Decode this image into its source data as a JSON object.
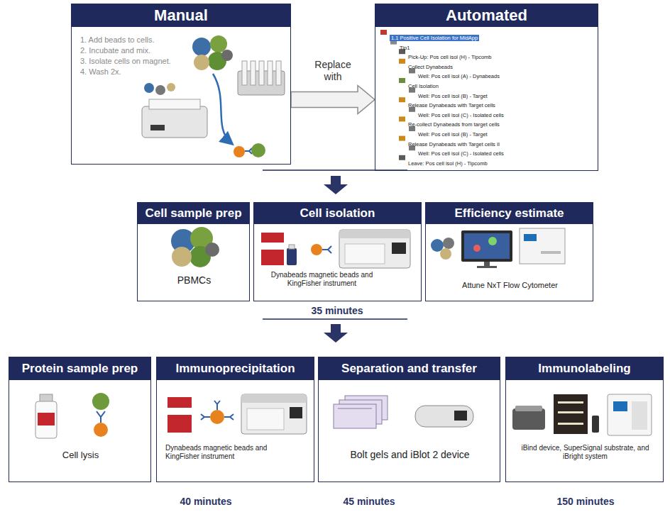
{
  "diagram": {
    "nodes": [
      {
        "text": [
          "Manual",
          "1. Add beads to cells.",
          "2. Incubate and mix.",
          "3. Isolate cells on magnet.",
          "4. Wash 2x."
        ]
      },
      {
        "text": [
          "Automated",
          "1.1 Positive Cell Isolation for MidApp",
          "Tip1",
          "Pick-Up: Pos cell isol (H) - Tipcomb",
          "Collect Dynabeads",
          "Well: Pos cell isol (A) - Dynabeads",
          "Cell Isolation",
          "Well: Pos cell isol (B) - Target",
          "Release Dynabeads with Target cells",
          "Well: Pos cell isol (C) - Isolated cells",
          "Re-collect Dynabeads from target cells",
          "Well: Pos cell isol (B) - Target",
          "Release Dynabeads with Target cells II",
          "Well: Pos cell isol (C) - Isolated cells",
          "Leave: Pos cell isol (H) - Tipcomb"
        ]
      },
      {
        "text": [
          "Cell sample prep",
          "PBMCs"
        ]
      },
      {
        "text": [
          "Cell isolation",
          "Dynabeads magnetic beads and KingFisher instrument"
        ]
      },
      {
        "text": [
          "Efficiency estimate",
          "Attune NxT Flow Cytometer"
        ]
      },
      {
        "text": [
          "Protein sample prep",
          "Cell lysis"
        ]
      },
      {
        "text": [
          "Immunoprecipitation",
          "Dynabeads magnetic beads and KingFisher instrument"
        ]
      },
      {
        "text": [
          "Separation and transfer",
          "Bolt gels and iBlot 2 device"
        ]
      },
      {
        "text": [
          "Immunolabeling",
          "iBind device, SuperSignal substrate, and iBright system"
        ]
      }
    ],
    "edges": [
      {
        "from": 0,
        "to": 1,
        "arrow": "to",
        "label": "Replace with"
      }
    ],
    "labels": [
      "35 minutes",
      "40 minutes",
      "45 minutes",
      "150 minutes"
    ]
  }
}
